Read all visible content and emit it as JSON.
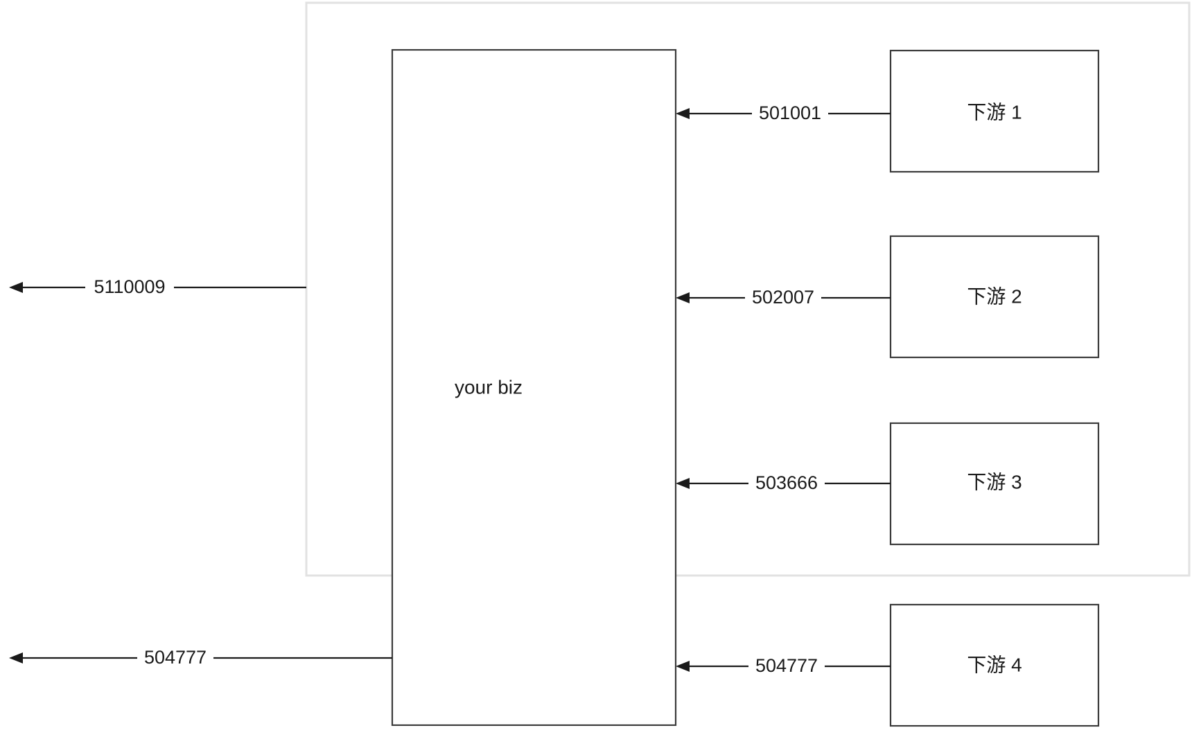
{
  "diagram": {
    "type": "flow-diagram",
    "background": "#ffffff",
    "group": {
      "name": "upstream-group-container",
      "border_color": "#e2e2e2",
      "label": ""
    },
    "center_node": {
      "label": "your biz",
      "border_color": "#3b3b3b"
    },
    "right_nodes": [
      {
        "label": "下游 1"
      },
      {
        "label": "下游 2"
      },
      {
        "label": "下游 3"
      },
      {
        "label": "下游 4"
      }
    ],
    "right_edges": [
      {
        "label": "501001",
        "from": "下游 1",
        "to": "your biz"
      },
      {
        "label": "502007",
        "from": "下游 2",
        "to": "your biz"
      },
      {
        "label": "503666",
        "from": "下游 3",
        "to": "your biz"
      },
      {
        "label": "504777",
        "from": "下游 4",
        "to": "your biz"
      }
    ],
    "left_edges": [
      {
        "label": "5110009",
        "from": "upstream-group-container",
        "to": "out"
      },
      {
        "label": "504777",
        "from": "your biz",
        "to": "out"
      }
    ],
    "colors": {
      "stroke": "#1a1a1a",
      "node_border": "#3b3b3b",
      "group_border": "#e2e2e2",
      "text": "#1a1a1a"
    }
  }
}
